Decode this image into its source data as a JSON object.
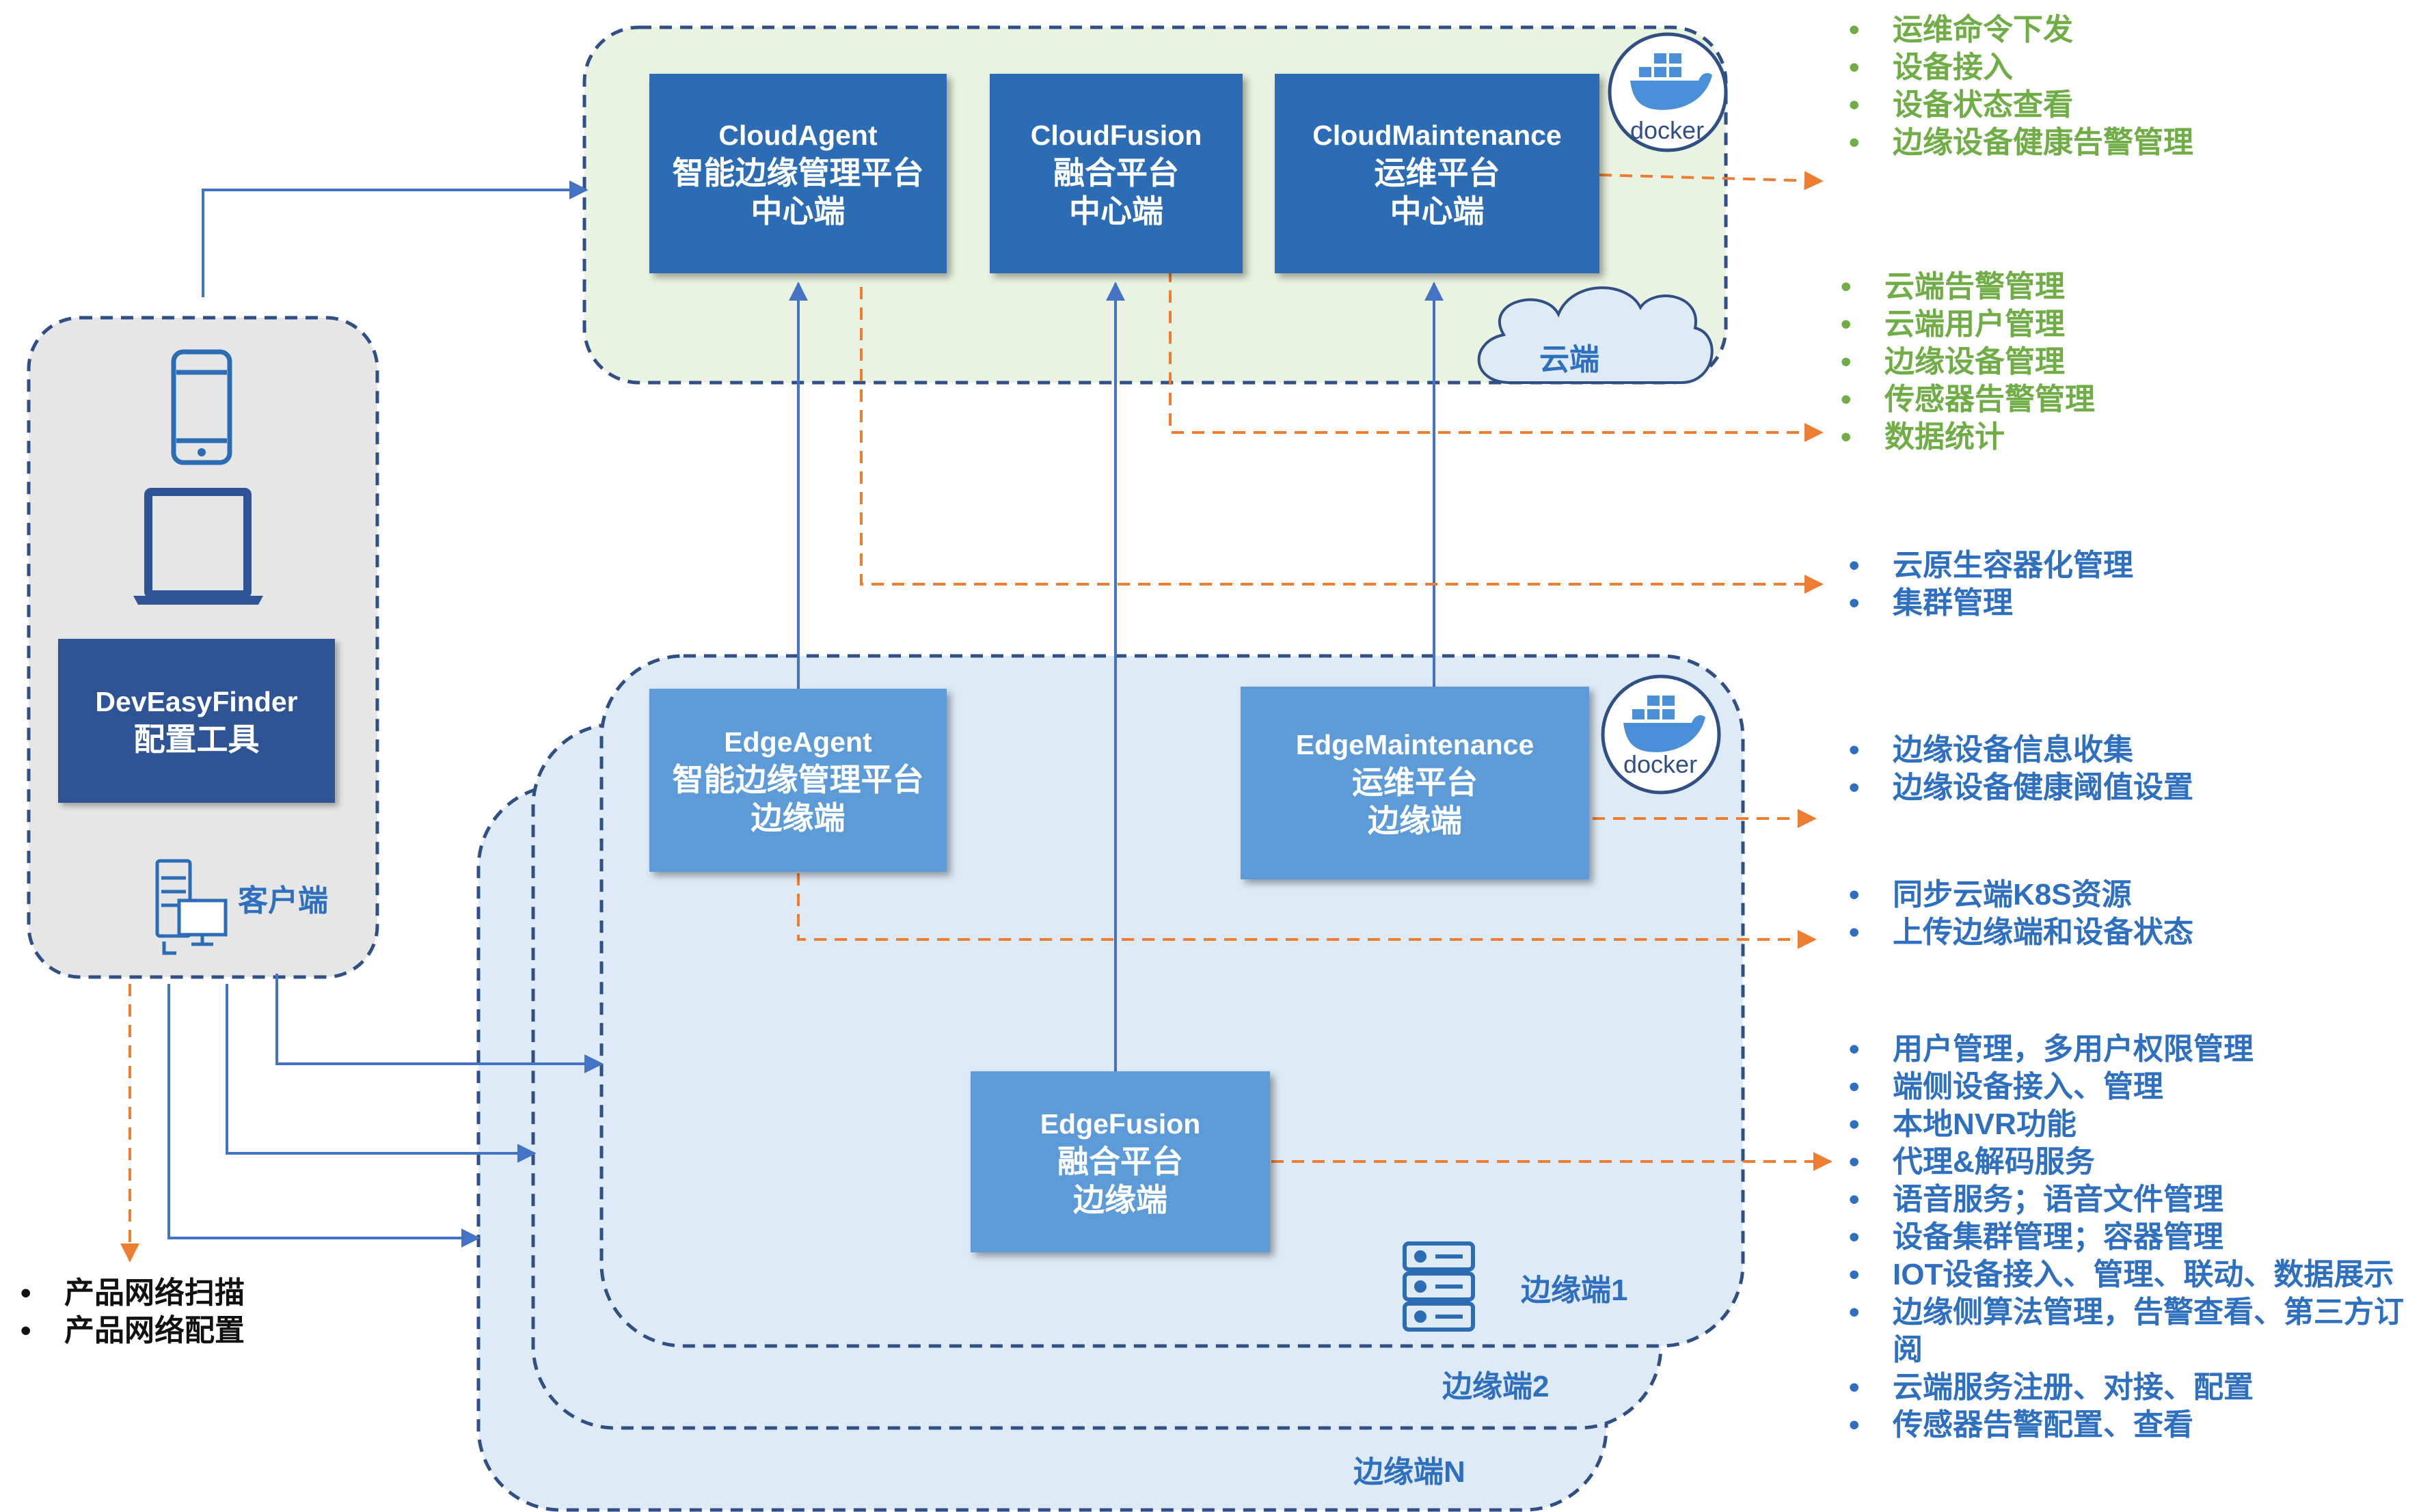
{
  "cloud": {
    "label": "云端",
    "boxes": [
      {
        "en": "CloudAgent",
        "cn1": "智能边缘管理平台",
        "cn2": "中心端"
      },
      {
        "en": "CloudFusion",
        "cn1": "融合平台",
        "cn2": "中心端"
      },
      {
        "en": "CloudMaintenance",
        "cn1": "运维平台",
        "cn2": "中心端"
      }
    ]
  },
  "edge": {
    "labels": [
      "边缘端1",
      "边缘端2",
      "边缘端N"
    ],
    "boxes": [
      {
        "en": "EdgeAgent",
        "cn1": "智能边缘管理平台",
        "cn2": "边缘端"
      },
      {
        "en": "EdgeMaintenance",
        "cn1": "运维平台",
        "cn2": "边缘端"
      },
      {
        "en": "EdgeFusion",
        "cn1": "融合平台",
        "cn2": "边缘端"
      }
    ]
  },
  "client": {
    "tool_en": "DevEasyFinder",
    "tool_cn": "配置工具",
    "label": "客户端",
    "features": [
      "产品网络扫描",
      "产品网络配置"
    ]
  },
  "docker_label": "docker",
  "features": {
    "cloud_maintenance": [
      "运维命令下发",
      "设备接入",
      "设备状态查看",
      "边缘设备健康告警管理"
    ],
    "cloud_fusion": [
      "云端告警管理",
      "云端用户管理",
      "边缘设备管理",
      "传感器告警管理",
      "数据统计"
    ],
    "cloud_agent": [
      "云原生容器化管理",
      "集群管理"
    ],
    "edge_maintenance": [
      "边缘设备信息收集",
      "边缘设备健康阈值设置"
    ],
    "edge_agent": [
      "同步云端K8S资源",
      "上传边缘端和设备状态"
    ],
    "edge_fusion": [
      "用户管理，多用户权限管理",
      "端侧设备接入、管理",
      "本地NVR功能",
      "代理&解码服务",
      "语音服务；语音文件管理",
      "设备集群管理；容器管理",
      "IOT设备接入、管理、联动、数据展示",
      "边缘侧算法管理，告警查看、第三方订阅",
      "云端服务注册、对接、配置",
      "传感器告警配置、查看"
    ]
  },
  "colors": {
    "cloud_fill": "#eaf3e1",
    "edge_fill": "#deebf7",
    "client_fill": "#e6e6e6",
    "border": "#2f4f85",
    "arrow_blue": "#4472c4",
    "arrow_orange": "#ed7d31",
    "green_text": "#70ad47",
    "blue_text": "#2e6fc0"
  }
}
